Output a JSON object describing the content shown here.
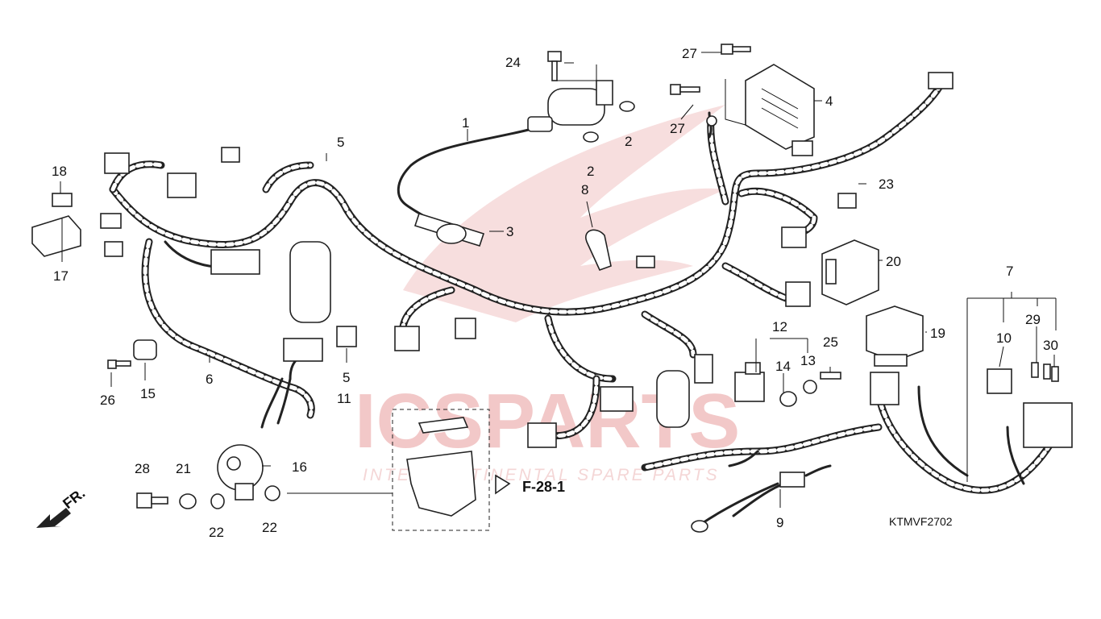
{
  "diagram": {
    "watermark": {
      "brand": "ICSPARTS",
      "tagline": "INTERCONTINENTAL SPARE PARTS"
    },
    "direction_label": "FR.",
    "reference_label": "F-28-1",
    "diagram_code": "KTMVF2702",
    "callouts": {
      "p1": "1",
      "p2a": "2",
      "p2b": "2",
      "p3": "3",
      "p4": "4",
      "p5a": "5",
      "p5b": "5",
      "p6": "6",
      "p7": "7",
      "p8": "8",
      "p9": "9",
      "p10": "10",
      "p11": "11",
      "p12": "12",
      "p13": "13",
      "p14": "14",
      "p15": "15",
      "p16": "16",
      "p17": "17",
      "p18": "18",
      "p19": "19",
      "p20": "20",
      "p21": "21",
      "p22a": "22",
      "p22b": "22",
      "p23": "23",
      "p24": "24",
      "p25": "25",
      "p26": "26",
      "p27a": "27",
      "p27b": "27",
      "p28": "28",
      "p29": "29",
      "p30": "30"
    }
  }
}
